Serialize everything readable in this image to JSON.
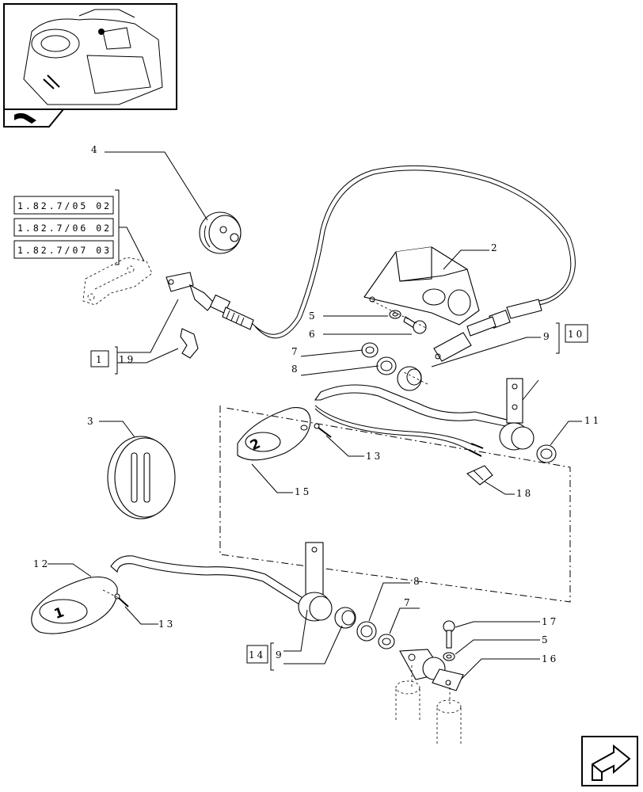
{
  "callouts": {
    "c1": "1",
    "c2": "2",
    "c3": "3",
    "c4": "4",
    "c5a": "5",
    "c5b": "5",
    "c6": "6",
    "c7a": "7",
    "c7b": "7",
    "c8a": "8",
    "c8b": "8",
    "c9a": "9",
    "c9b": "9",
    "c10": "10",
    "c11": "11",
    "c12": "12",
    "c13a": "13",
    "c13b": "13",
    "c14": "14",
    "c15": "15",
    "c16": "16",
    "c17": "17",
    "c18": "18",
    "c19": "19"
  },
  "references": [
    "1.82.7/05 02",
    "1.82.7/06 02",
    "1.82.7/07 03"
  ],
  "pedal_marks": {
    "pedal_1": "1",
    "pedal_2": "2"
  },
  "icons": {
    "thumbnail": "tractor-cab-thumbnail",
    "corner": "next-page-arrow-icon",
    "badge": "section-badge-icon"
  }
}
